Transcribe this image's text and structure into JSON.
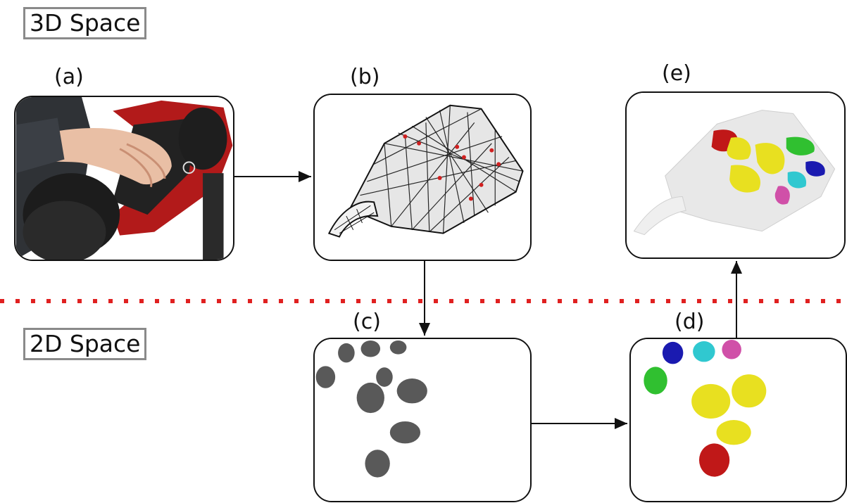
{
  "space_labels": {
    "top": "3D Space",
    "bottom": "2D Space"
  },
  "panels": {
    "a": {
      "label": "(a)",
      "content": "photo of hand touching robot arm covered in tactile skin"
    },
    "b": {
      "label": "(b)",
      "content": "triangle mesh of robot skin with red activated nodes"
    },
    "c": {
      "label": "(c)",
      "content": "grayscale 2D projection of contact activations"
    },
    "d": {
      "label": "(d)",
      "content": "colored segmented 2D contact clusters"
    },
    "e": {
      "label": "(e)",
      "content": "3D surface colored by clusters"
    }
  },
  "colors": {
    "divider": "#e02020",
    "frame": "#111111",
    "label_border": "#8a8a8a",
    "robot_red": "#b01818",
    "cluster_yellow": "#e8e020",
    "cluster_red": "#c01818",
    "cluster_green": "#30c030",
    "cluster_blue": "#1a1ab0",
    "cluster_cyan": "#30c8d0",
    "cluster_pink": "#d050a8"
  }
}
